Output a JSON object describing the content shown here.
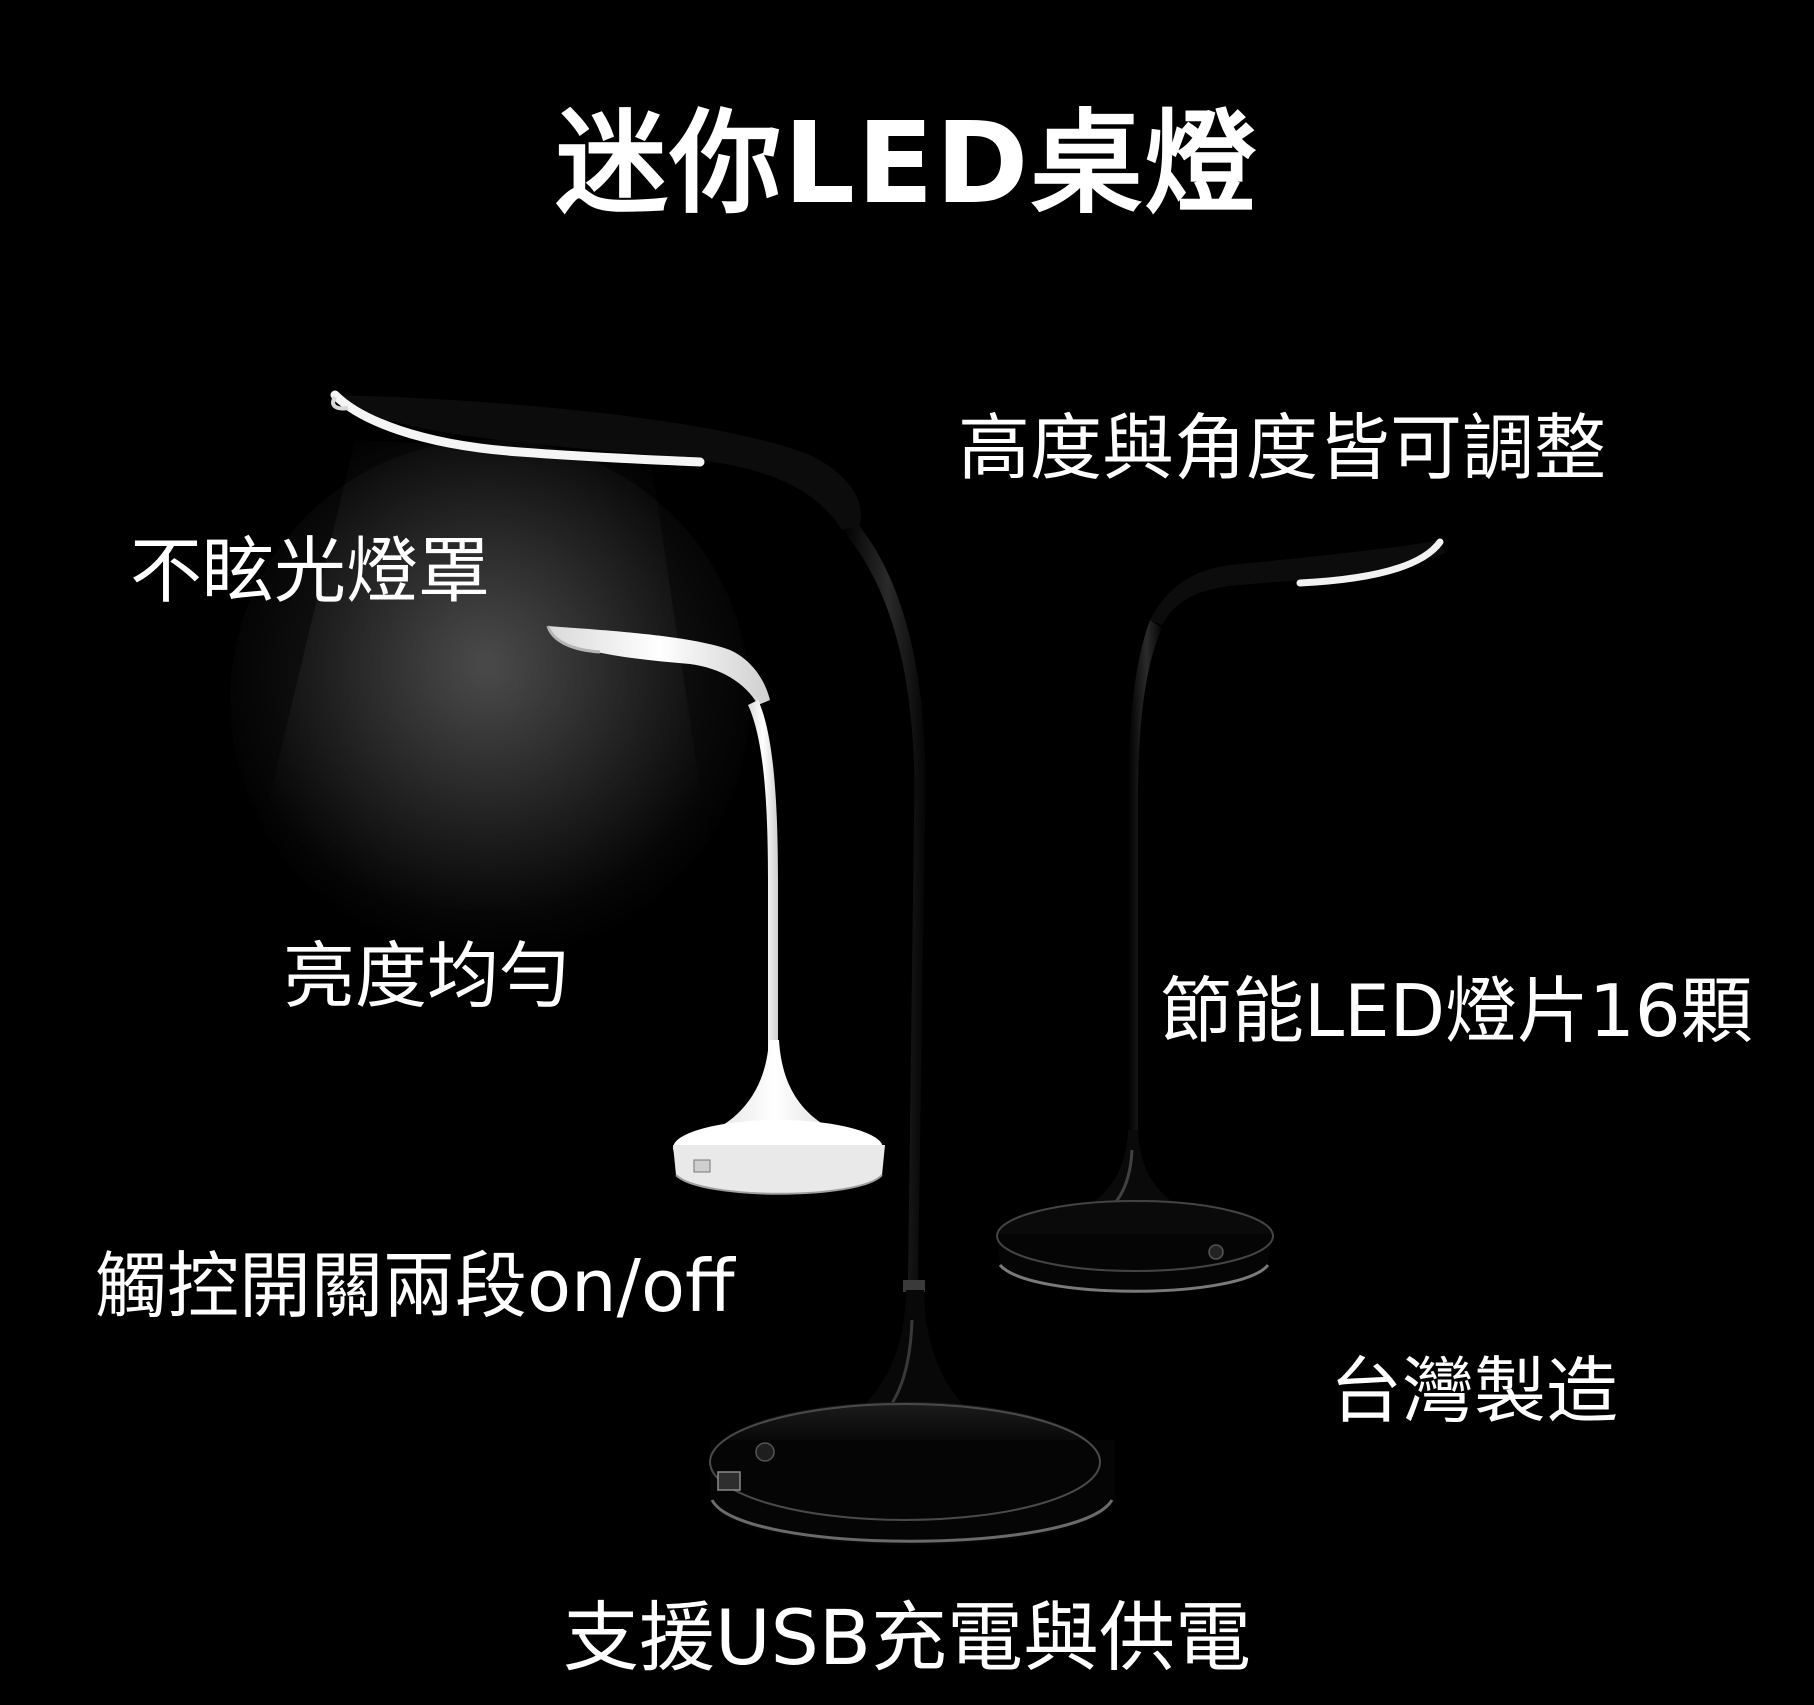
{
  "title": "迷你LED桌燈",
  "features": {
    "glare": "不眩光燈罩",
    "adjust": "高度與角度皆可調整",
    "even": "亮度均勻",
    "led_count": "節能LED燈片16顆",
    "touch": "觸控開關兩段on/off",
    "taiwan": "台灣製造",
    "usb": "支援USB充電與供電"
  },
  "colors": {
    "background": "#000000",
    "text": "#ffffff",
    "lamp_black": "#0a0a0a",
    "lamp_white": "#f4f4f4"
  }
}
